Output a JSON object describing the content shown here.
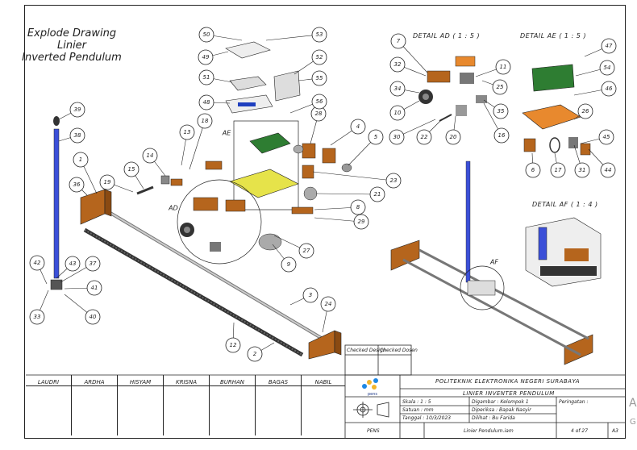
{
  "drawing_title": [
    "Explode Drawing Linier",
    "Inverted Pendulum"
  ],
  "details": {
    "ad": "DETAIL AD ( 1 : 5 )",
    "ae": "DETAIL AE ( 1 : 5 )",
    "af": "DETAIL AF ( 1 : 4 )"
  },
  "view_markers": {
    "ae": "AE",
    "ad": "AD",
    "af": "AF"
  },
  "balloons": [
    "1",
    "2",
    "3",
    "4",
    "5",
    "6",
    "7",
    "8",
    "9",
    "10",
    "11",
    "12",
    "13",
    "14",
    "15",
    "16",
    "17",
    "18",
    "19",
    "20",
    "21",
    "22",
    "23",
    "24",
    "25",
    "26",
    "27",
    "28",
    "29",
    "30",
    "31",
    "32",
    "33",
    "34",
    "35",
    "36",
    "37",
    "38",
    "39",
    "40",
    "41",
    "42",
    "43",
    "44",
    "45",
    "46",
    "47",
    "48",
    "49",
    "50",
    "51",
    "52",
    "53",
    "54",
    "55",
    "56"
  ],
  "checked": {
    "design": "Checked Design",
    "dosen": "Checked Dosen"
  },
  "team": [
    "LAUDRI",
    "ARDHA",
    "HISYAM",
    "KRISNA",
    "BURHAN",
    "BAGAS",
    "NABIL"
  ],
  "title_block": {
    "institution": "POLITEKNIK ELEKTRONIKA NEGERI SURABAYA",
    "project": "LINIER INVENTER PENDULUM",
    "logo_text": "pens",
    "skala": "Skala : 1 : 5",
    "satuan": "Satuan : mm",
    "tanggal": "Tanggal : 10/3/2023",
    "digambar": "Digambar : Kelompok 1",
    "diperiksa": "Diperiksa : Bapak Nasyir",
    "dilihat": "Dilihat : Bu Farida",
    "peringatan": "Peringatan :",
    "school": "PENS",
    "filename": "Linier Pendulum.iam",
    "sheet": "4 of 27",
    "size": "A3"
  },
  "edge_text": [
    "A",
    "G"
  ],
  "colors": {
    "rail_blue": "#3b4fd8",
    "wood": "#b5651d",
    "pcb_yellow": "#e6e34a",
    "pcb_orange": "#e8892e",
    "pcb_green": "#2e7d32"
  }
}
